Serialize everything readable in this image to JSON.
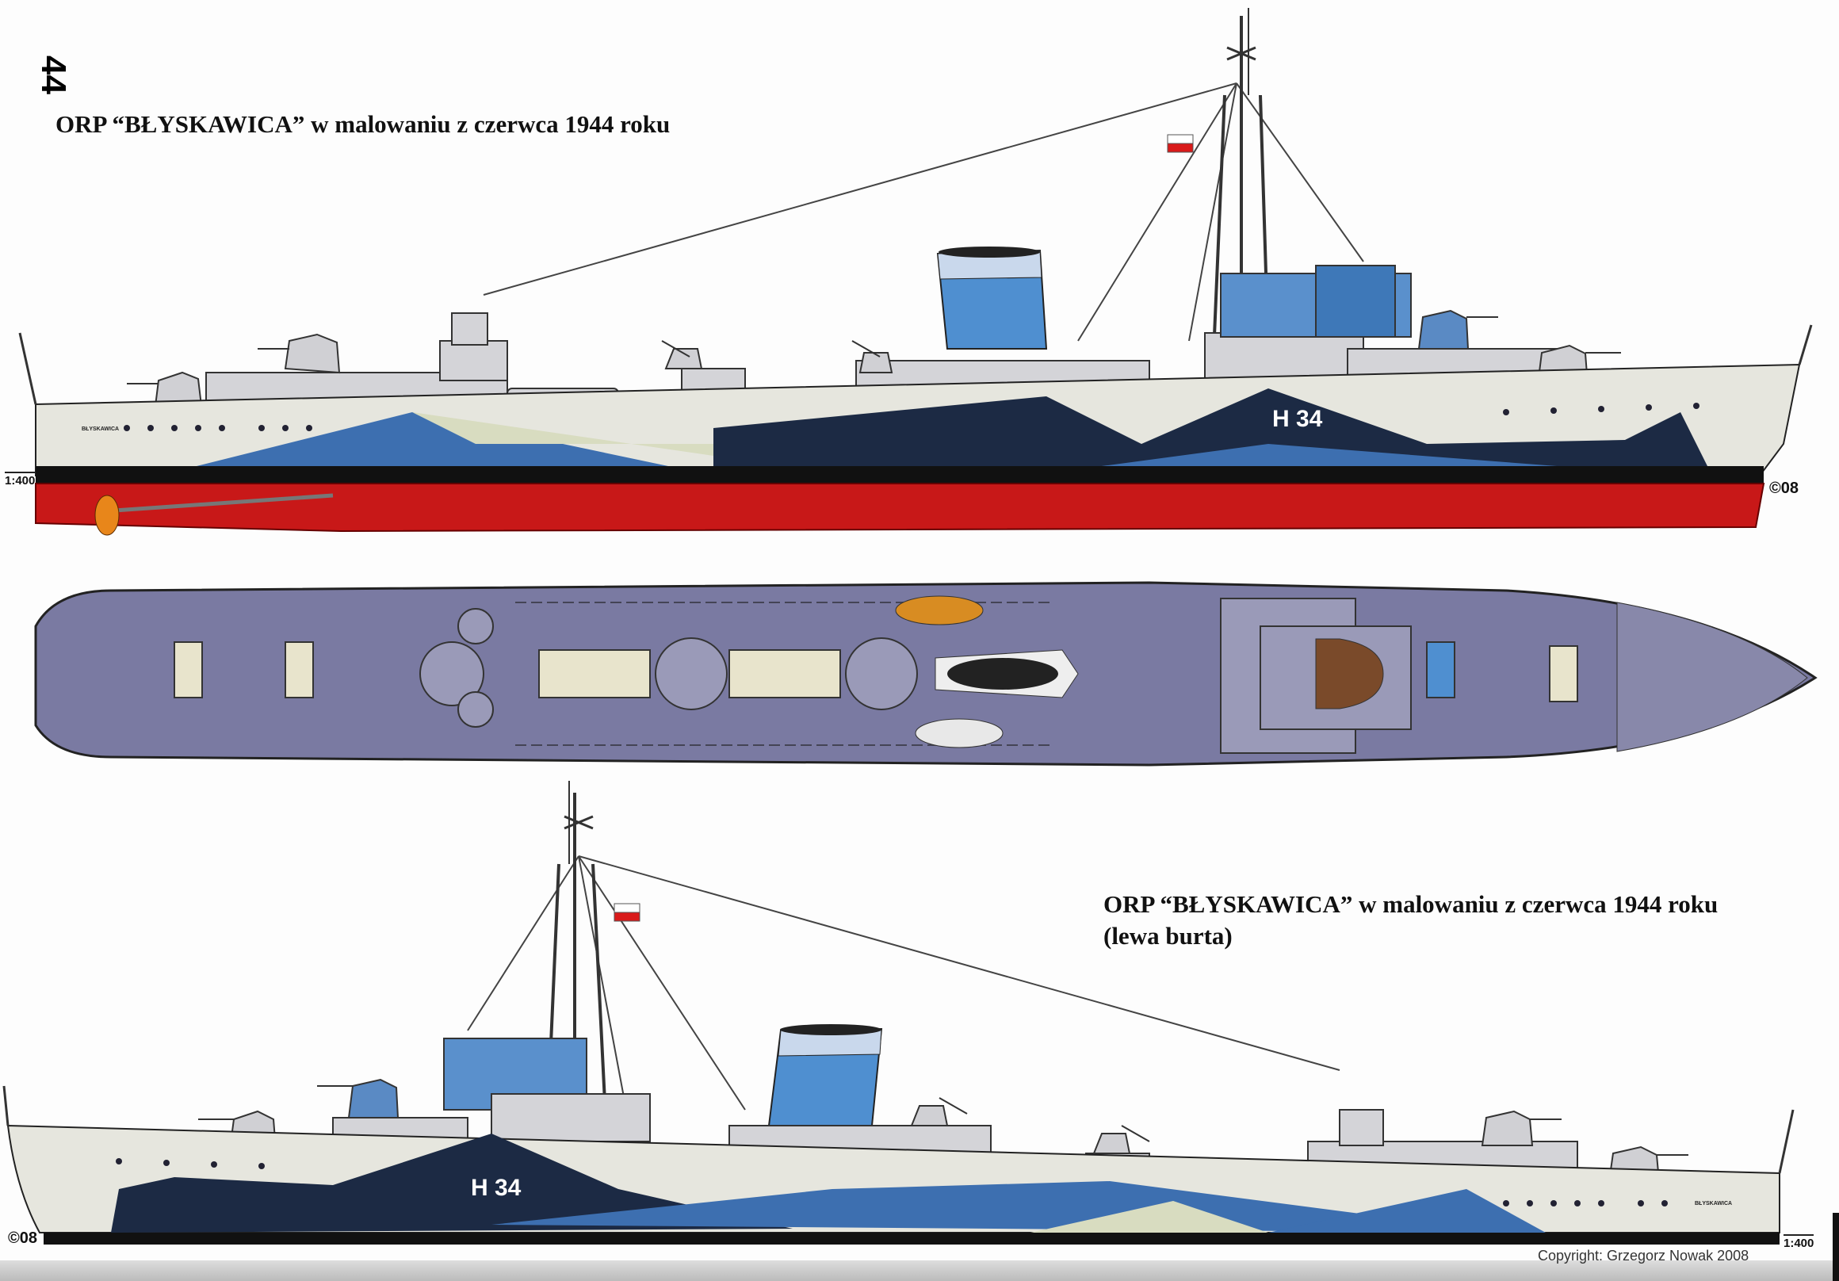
{
  "page_number": "44",
  "drawings": [
    {
      "title": "ORP “BŁYSKAWICA” w malowaniu z czerwca 1944 roku",
      "view": "starboard",
      "scale": "1:400",
      "pennant": "H 34",
      "hull_name": "BŁYSKAWICA",
      "signature": "©08"
    },
    {
      "view": "plan"
    },
    {
      "title_line1": "ORP “BŁYSKAWICA” w malowaniu z czerwca  1944 roku",
      "title_line2": "(lewa burta)",
      "view": "port",
      "scale": "1:400",
      "pennant": "H 34",
      "hull_name": "BŁYSKAWICA",
      "signature": "©08"
    }
  ],
  "copyright": "Copyright: Grzegorz Nowak 2008",
  "colors": {
    "hull_white": "#e8e8e0",
    "camo_dark": "#1c2a44",
    "camo_blue": "#3d6fb0",
    "camo_light": "#d8dcc0",
    "boot_top": "#111111",
    "antifouling": "#c81818",
    "deck_plan": "#7a7aa2",
    "funnel_blue": "#4f8fd0"
  }
}
